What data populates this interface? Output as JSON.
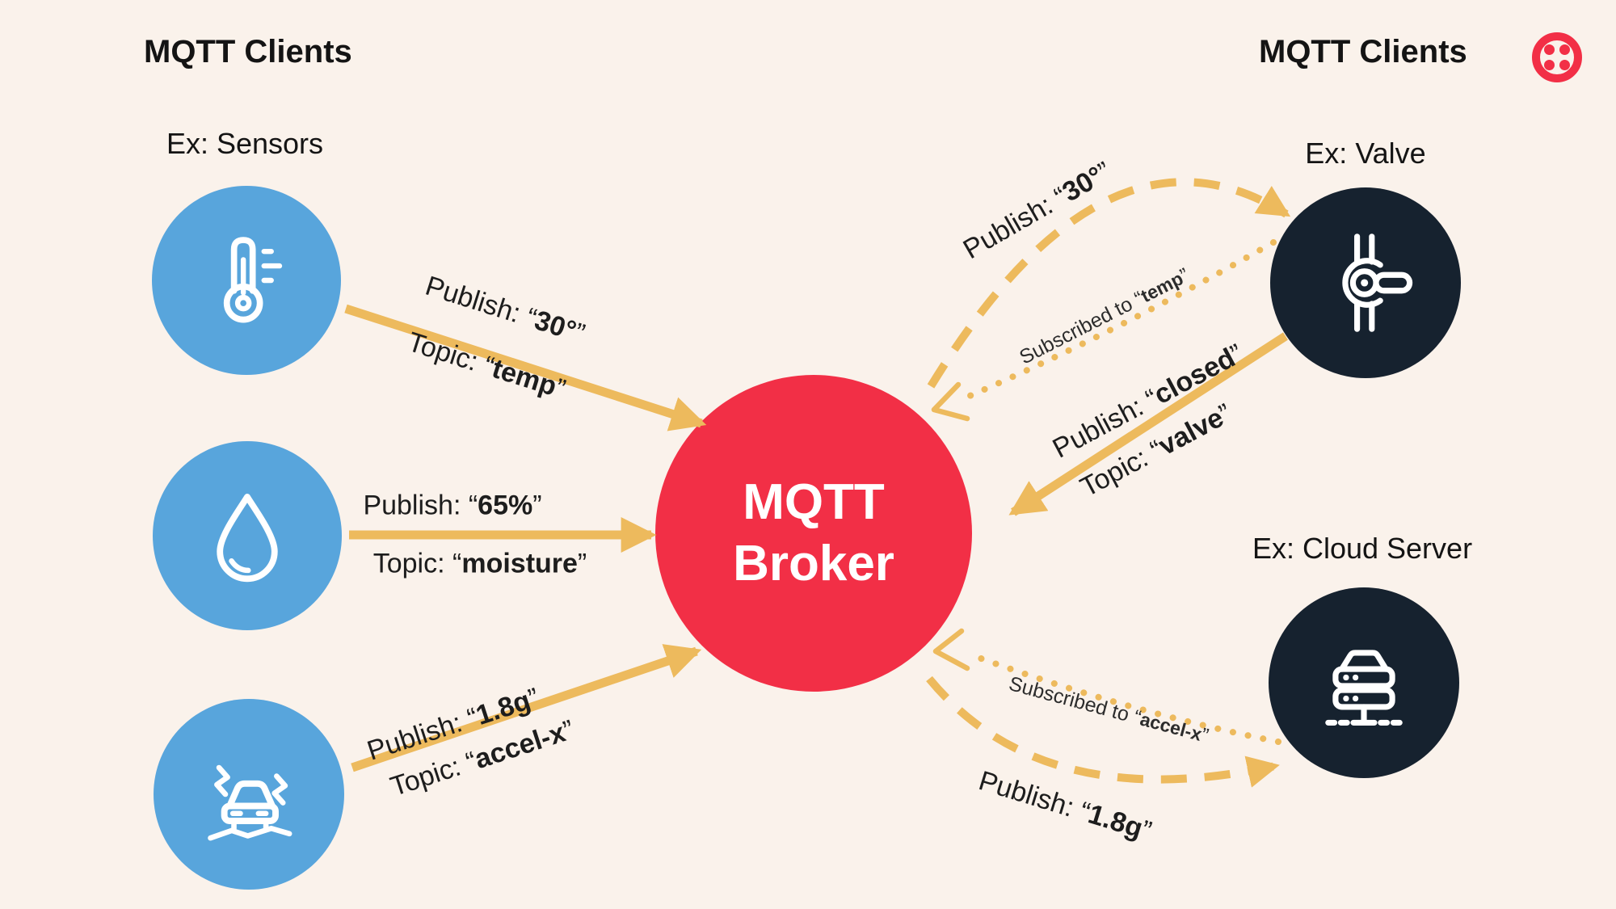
{
  "page": {
    "background": "#FAF2EB"
  },
  "colors": {
    "arrow_gold": "#EDBA5D",
    "broker_red": "#F22F46",
    "sensor_blue": "#58A5DC",
    "client_navy": "#16222F",
    "text_dark": "#1C1C1C"
  },
  "headers": {
    "left": "MQTT Clients",
    "right": "MQTT Clients"
  },
  "groups": {
    "sensors": "Ex: Sensors",
    "valve": "Ex: Valve",
    "cloud": "Ex: Cloud Server"
  },
  "broker": {
    "line1": "MQTT",
    "line2": "Broker"
  },
  "icons": {
    "sensor_temperature": "thermometer-icon",
    "sensor_moisture": "moisture-droplet-icon",
    "sensor_accel": "car-vibration-icon",
    "client_valve": "valve-icon",
    "client_cloud": "cloud-server-icon",
    "brand": "twilio-logo-icon"
  },
  "labels": {
    "temp_pub": {
      "pre": "Publish: “",
      "val": "30°",
      "post": "”"
    },
    "temp_topic": {
      "pre": "Topic: “",
      "val": "temp",
      "post": "”"
    },
    "moist_pub": {
      "pre": "Publish: “",
      "val": "65%",
      "post": "”"
    },
    "moist_topic": {
      "pre": "Topic: “",
      "val": "moisture",
      "post": "”"
    },
    "accel_pub": {
      "pre": "Publish: “",
      "val": "1.8g",
      "post": "”"
    },
    "accel_topic": {
      "pre": "Topic: “",
      "val": "accel-x",
      "post": "”"
    },
    "broker_to_valve_pub": {
      "pre": "Publish: “",
      "val": "30°",
      "post": "”"
    },
    "valve_sub": {
      "pre": "Subscribed to “",
      "val": "temp",
      "post": "”"
    },
    "valve_pub": {
      "pre": "Publish: “",
      "val": "closed",
      "post": "”"
    },
    "valve_topic": {
      "pre": "Topic: “",
      "val": "valve",
      "post": "”"
    },
    "cloud_sub": {
      "pre": "Subscribed to “",
      "val": "accel-x",
      "post": "”"
    },
    "broker_to_cloud_pub": {
      "pre": "Publish: “",
      "val": "1.8g",
      "post": "”"
    }
  }
}
